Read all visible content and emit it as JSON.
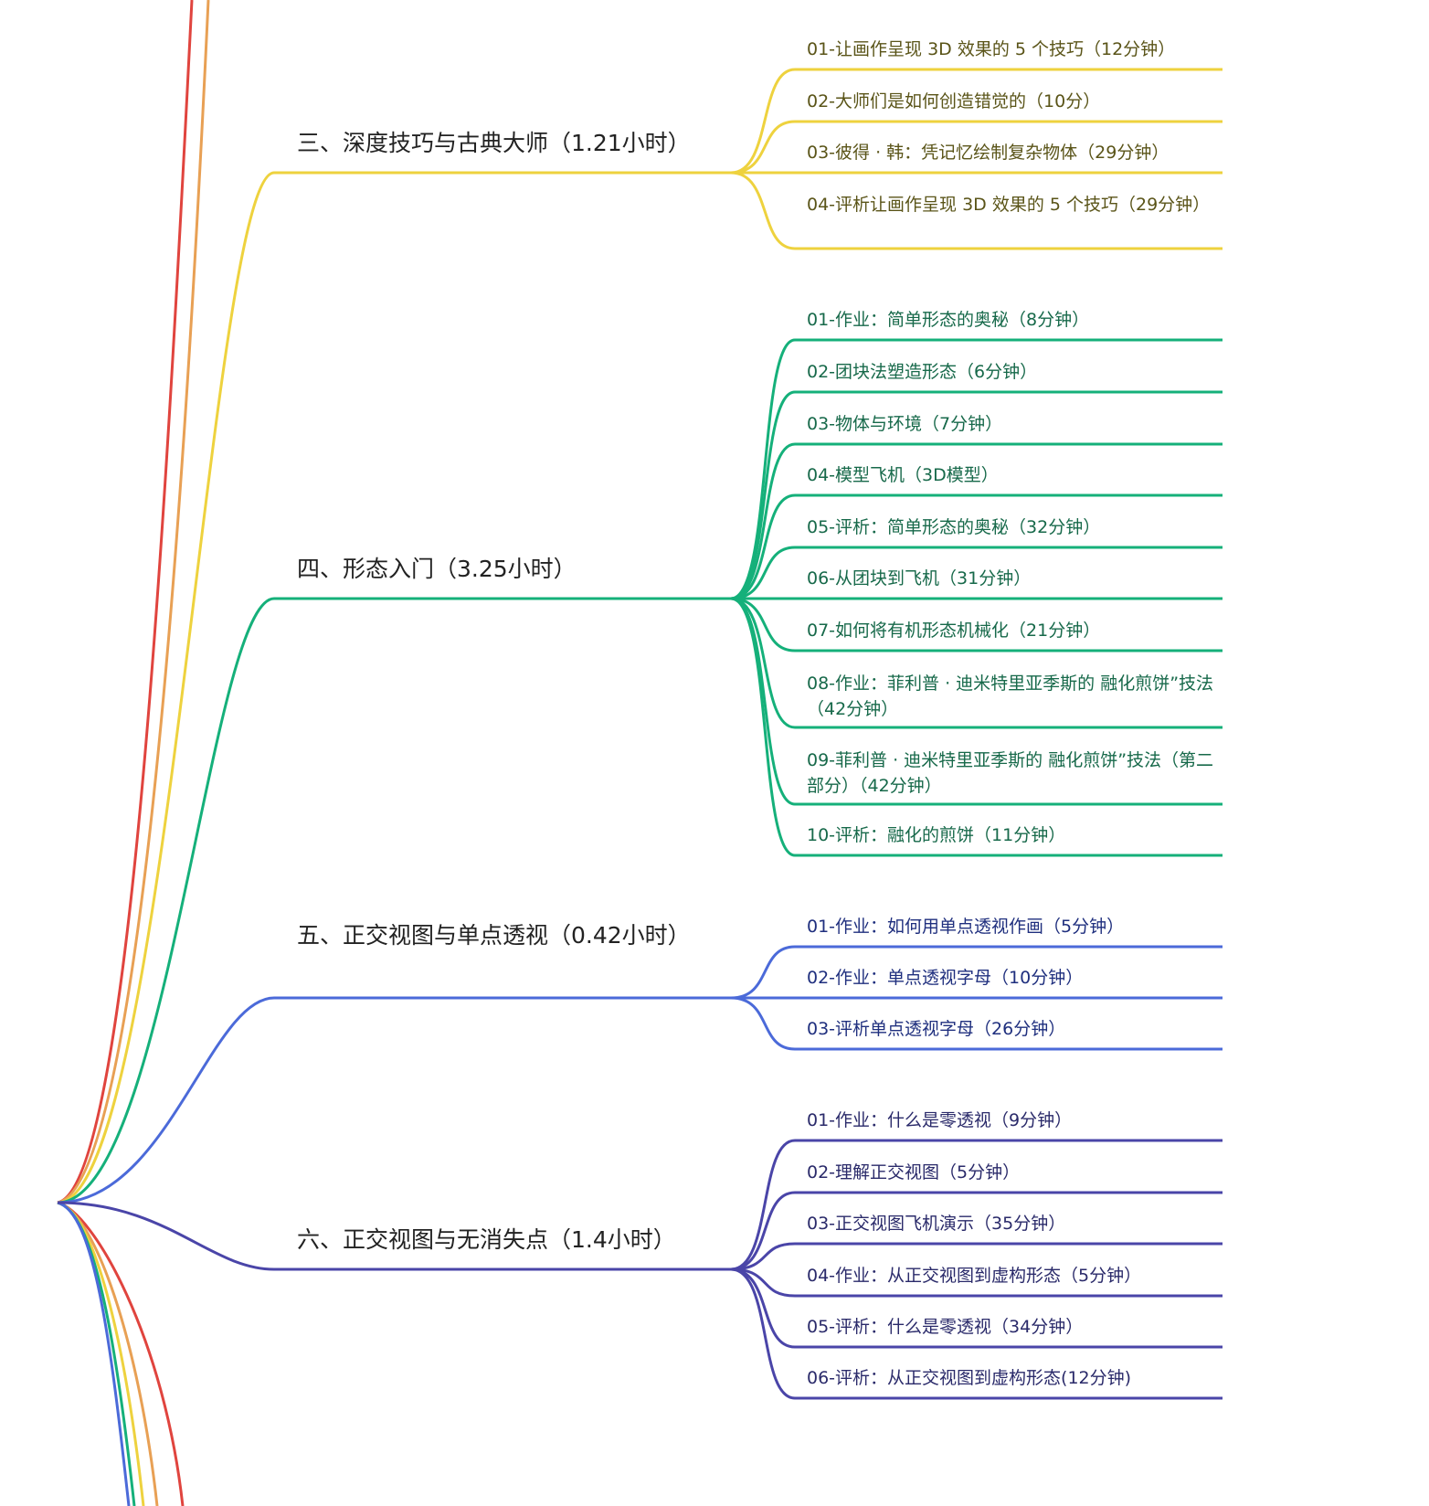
{
  "colors": {
    "red": "#e0443e",
    "orange": "#e8a054",
    "yellow": "#eed23e",
    "green": "#15b07a",
    "blue": "#4b6ad9",
    "purple": "#4a45a8"
  },
  "sections": [
    {
      "title": "三、深度技巧与古典大师（1.21小时）",
      "color": "#eed23e",
      "text_color": "#5a5418",
      "children": [
        "01-让画作呈现 3D 效果的 5 个技巧（12分钟）",
        "02-大师们是如何创造错觉的（10分）",
        "03-彼得 · 韩：凭记忆绘制复杂物体（29分钟）",
        "04-评析让画作呈现 3D 效果的 5 个技巧（29分钟）"
      ]
    },
    {
      "title": "四、形态入门（3.25小时）",
      "color": "#15b07a",
      "text_color": "#17694a",
      "children": [
        "01-作业：简单形态的奥秘（8分钟）",
        "02-团块法塑造形态（6分钟）",
        "03-物体与环境（7分钟）",
        "04-模型飞机（3D模型）",
        "05-评析：简单形态的奥秘（32分钟）",
        "06-从团块到飞机（31分钟）",
        "07-如何将有机形态机械化（21分钟）",
        "08-作业：菲利普 · 迪米特里亚季斯的 融化煎饼”技法（42分钟）",
        "09-菲利普 · 迪米特里亚季斯的 融化煎饼”技法（第二部分）（42分钟）",
        "10-评析：融化的煎饼（11分钟）"
      ]
    },
    {
      "title": "五、正交视图与单点透视（0.42小时）",
      "color": "#4b6ad9",
      "text_color": "#1f2f7e",
      "children": [
        "01-作业：如何用单点透视作画（5分钟）",
        "02-作业：单点透视字母（10分钟）",
        "03-评析单点透视字母（26分钟）"
      ]
    },
    {
      "title": "六、正交视图与无消失点（1.4小时）",
      "color": "#4a45a8",
      "text_color": "#2a2a6a",
      "children": [
        "01-作业：什么是零透视（9分钟）",
        "02-理解正交视图（5分钟）",
        "03-正交视图飞机演示（35分钟）",
        "04-作业：从正交视图到虚构形态（5分钟）",
        "05-评析：什么是零透视（34分钟）",
        "06-评析：从正交视图到虚构形态(12分钟)"
      ]
    }
  ]
}
